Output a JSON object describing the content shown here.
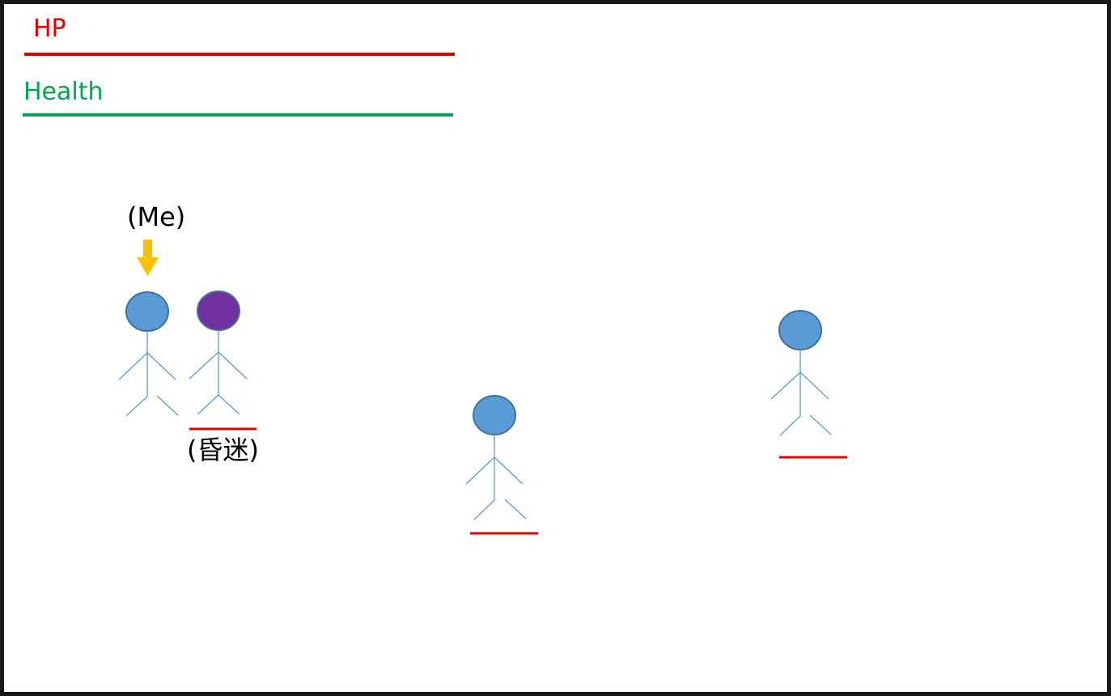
{
  "hud": {
    "hp": {
      "label": "HP",
      "color": "#e60000",
      "value": 1.0
    },
    "health": {
      "label": "Health",
      "color": "#00a650",
      "value": 1.0
    }
  },
  "colors": {
    "border": "#1a1a1a",
    "figure_body": "#5b9bd5",
    "figure_head": "#5b9bd5",
    "figure_head_outline": "#41719c",
    "coma_head": "#7030a0",
    "marker_arrow": "#ffc000",
    "enemy_health_bar": "#e60000"
  },
  "characters": [
    {
      "id": "player",
      "label": "(Me)",
      "marker": "arrow-down-icon",
      "head": "figure_head",
      "has_health_bar": false
    },
    {
      "id": "ally-coma",
      "label": "(昏迷)",
      "head": "coma_head",
      "has_health_bar": true
    },
    {
      "id": "enemy-1",
      "label": "",
      "head": "figure_head",
      "has_health_bar": true
    },
    {
      "id": "enemy-2",
      "label": "",
      "head": "figure_head",
      "has_health_bar": true
    }
  ]
}
